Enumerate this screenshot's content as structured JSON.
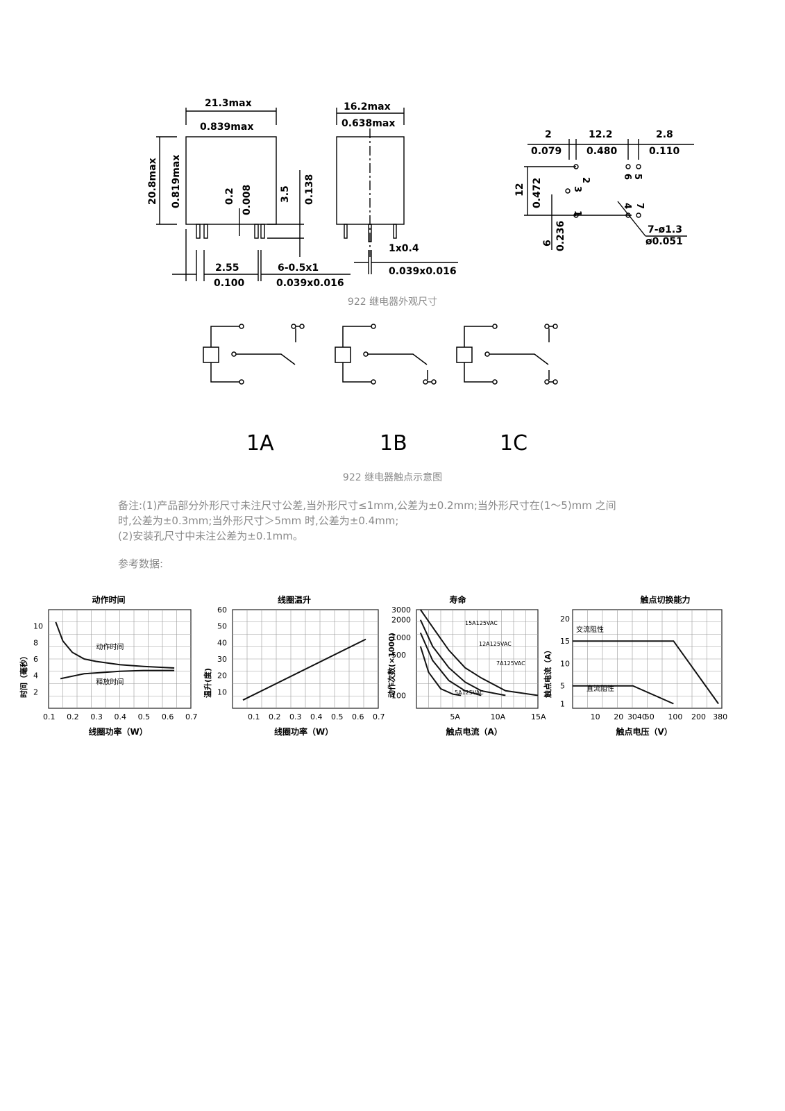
{
  "dimensions": {
    "width_mm": "21.3max",
    "width_in": "0.839max",
    "height_mm": "20.8max",
    "height_in": "0.819max",
    "standoff_mm": "0.2",
    "standoff_in": "0.008",
    "pin_len_mm": "3.5",
    "pin_len_in": "0.138",
    "pitch_mm": "2.55",
    "pitch_in": "0.100",
    "pin_mm": "6-0.5x1",
    "pin_in": "0.039x0.016",
    "depth_mm": "16.2max",
    "depth_in": "0.638max",
    "side_pin_mm": "1x0.4",
    "side_pin_in": "0.039x0.016"
  },
  "pcb": {
    "d1_mm": "2",
    "d1_in": "0.079",
    "d2_mm": "12.2",
    "d2_in": "0.480",
    "d3_mm": "2.8",
    "d3_in": "0.110",
    "v1_mm": "12",
    "v1_in": "0.472",
    "v2_mm": "6",
    "v2_in": "0.236",
    "hole_mm": "7-ø1.3",
    "hole_in": "ø0.051",
    "pins": [
      "1",
      "2",
      "3",
      "4",
      "5",
      "6",
      "7"
    ]
  },
  "caption_dimensions": "922 继电器外观尺寸",
  "contacts": {
    "labels": [
      "1A",
      "1B",
      "1C"
    ]
  },
  "caption_contacts": "922 继电器触点示意图",
  "notes": {
    "line1": "备注:(1)产品部分外形尺寸未注尺寸公差,当外形尺寸≤1mm,公差为±0.2mm;当外形尺寸在(1～5)mm 之间",
    "line2": "时,公差为±0.3mm;当外形尺寸＞5mm 时,公差为±0.4mm;",
    "line3": "(2)安装孔尺寸中未注公差为±0.1mm。",
    "ref": "参考数据:"
  },
  "chart_data": [
    {
      "type": "line",
      "title": "动作时间",
      "xlabel": "线圈功率（W）",
      "ylabel": "时间（毫秒）",
      "x_ticks": [
        "0.1",
        "0.2",
        "0.3",
        "0.4",
        "0.5",
        "0.6",
        "0.7"
      ],
      "y_ticks": [
        "2",
        "4",
        "6",
        "8",
        "10"
      ],
      "xlim": [
        0.1,
        0.7
      ],
      "ylim": [
        0,
        12
      ],
      "series": [
        {
          "name": "动作时间",
          "x": [
            0.13,
            0.16,
            0.2,
            0.25,
            0.3,
            0.4,
            0.5,
            0.63
          ],
          "y": [
            10.5,
            8.2,
            6.8,
            6.0,
            5.7,
            5.3,
            5.1,
            4.9
          ]
        },
        {
          "name": "释放时间",
          "x": [
            0.15,
            0.2,
            0.25,
            0.3,
            0.4,
            0.5,
            0.63
          ],
          "y": [
            3.6,
            3.9,
            4.2,
            4.3,
            4.5,
            4.6,
            4.6
          ]
        }
      ]
    },
    {
      "type": "line",
      "title": "线圈温升",
      "xlabel": "线圈功率（W）",
      "ylabel": "温升(度)",
      "x_ticks": [
        "0.1",
        "0.2",
        "0.3",
        "0.4",
        "0.5",
        "0.6",
        "0.7"
      ],
      "y_ticks": [
        "10",
        "20",
        "30",
        "40",
        "50",
        "60"
      ],
      "xlim": [
        0.0,
        0.7
      ],
      "ylim": [
        0,
        60
      ],
      "series": [
        {
          "x": [
            0.05,
            0.64
          ],
          "y": [
            5,
            42
          ]
        }
      ]
    },
    {
      "type": "line",
      "title": "寿命",
      "xlabel": "触点电流（A）",
      "ylabel": "动作次数(×1000)",
      "x_ticks": [
        "5A",
        "10A",
        "15A"
      ],
      "y_ticks": [
        "100",
        "500",
        "1000",
        "2000",
        "3000"
      ],
      "annotations": [
        "15A125VAC",
        "12A125VAC",
        "7A125VAC",
        "5A125VAC"
      ],
      "series": [
        {
          "name": "15A125VAC",
          "x": [
            0.5,
            2,
            4,
            6,
            8,
            11,
            15
          ],
          "y": [
            3000,
            1500,
            600,
            300,
            200,
            120,
            100
          ]
        },
        {
          "name": "12A125VAC",
          "x": [
            0.5,
            2,
            4,
            6,
            8,
            11
          ],
          "y": [
            2000,
            700,
            300,
            170,
            120,
            100
          ]
        },
        {
          "name": "7A125VAC",
          "x": [
            0.5,
            2,
            4,
            6,
            8
          ],
          "y": [
            1200,
            400,
            180,
            120,
            100
          ]
        },
        {
          "name": "5A125VAC",
          "x": [
            0.5,
            1.5,
            3,
            4.5,
            5.5
          ],
          "y": [
            700,
            250,
            130,
            105,
            100
          ]
        }
      ]
    },
    {
      "type": "line",
      "title": "触点切换能力",
      "xlabel": "触点电压（V）",
      "ylabel": "触点电流（A）",
      "x_ticks": [
        "10",
        "20",
        "30",
        "40",
        "50",
        "100",
        "200",
        "380"
      ],
      "y_ticks": [
        "1",
        "5",
        "10",
        "15",
        "20"
      ],
      "annotations": [
        "交流阻性",
        "直流阻性"
      ],
      "series": [
        {
          "name": "交流阻性",
          "x": [
            5,
            30,
            100,
            380
          ],
          "y": [
            15,
            15,
            15,
            1
          ]
        },
        {
          "name": "直流阻性",
          "x": [
            5,
            30,
            100
          ],
          "y": [
            5,
            5,
            1
          ]
        }
      ]
    }
  ]
}
